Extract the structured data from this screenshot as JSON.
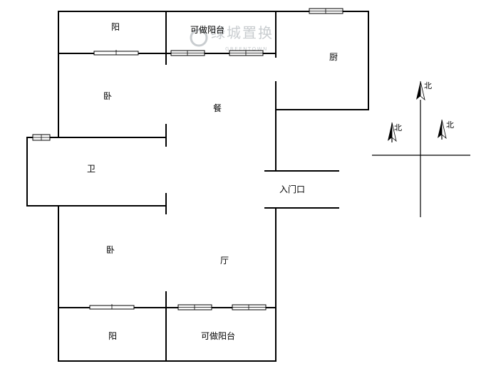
{
  "rooms": {
    "balcony_top_left": "阳",
    "balcony_top_right": "可做阳台",
    "kitchen": "厨",
    "bedroom_top": "卧",
    "dining": "餐",
    "bathroom": "卫",
    "entrance": "入门口",
    "bedroom_bottom": "卧",
    "living": "厅",
    "balcony_bottom_left": "阳",
    "balcony_bottom_right": "可做阳台"
  },
  "compass": {
    "north_main": "北",
    "north_left": "北",
    "north_right": "北"
  },
  "watermark": {
    "brand": "绿城置换",
    "sub": "GREENTOWN"
  }
}
